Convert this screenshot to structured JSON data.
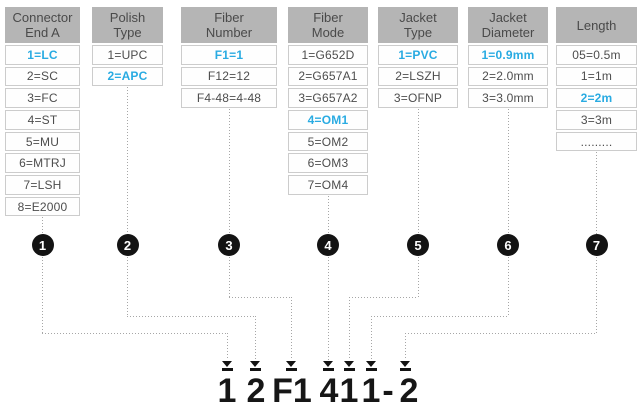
{
  "colors": {
    "accent": "#29abe2",
    "header_bg": "#b5b5b5",
    "text": "#4d4d4d",
    "marker_black": "#131313",
    "dotted_line": "#a6a6a6"
  },
  "icons": {
    "step_marker": "numbered-circle",
    "code_pointer": "down-arrow-with-bar"
  },
  "columns": [
    {
      "header": "Connector\nEnd A",
      "items": [
        {
          "text": "1=LC",
          "highlight": true
        },
        {
          "text": "2=SC",
          "highlight": false
        },
        {
          "text": "3=FC",
          "highlight": false
        },
        {
          "text": "4=ST",
          "highlight": false
        },
        {
          "text": "5=MU",
          "highlight": false
        },
        {
          "text": "6=MTRJ",
          "highlight": false
        },
        {
          "text": "7=LSH",
          "highlight": false
        },
        {
          "text": "8=E2000",
          "highlight": false
        }
      ]
    },
    {
      "header": "Polish\nType",
      "items": [
        {
          "text": "1=UPC",
          "highlight": false
        },
        {
          "text": "2=APC",
          "highlight": true
        }
      ]
    },
    {
      "header": "Fiber\nNumber",
      "items": [
        {
          "text": "F1=1",
          "highlight": true
        },
        {
          "text": "F12=12",
          "highlight": false
        },
        {
          "text": "F4-48=4-48",
          "highlight": false
        }
      ]
    },
    {
      "header": "Fiber\nMode",
      "items": [
        {
          "text": "1=G652D",
          "highlight": false
        },
        {
          "text": "2=G657A1",
          "highlight": false
        },
        {
          "text": "3=G657A2",
          "highlight": false
        },
        {
          "text": "4=OM1",
          "highlight": true
        },
        {
          "text": "5=OM2",
          "highlight": false
        },
        {
          "text": "6=OM3",
          "highlight": false
        },
        {
          "text": "7=OM4",
          "highlight": false
        }
      ]
    },
    {
      "header": "Jacket\nType",
      "items": [
        {
          "text": "1=PVC",
          "highlight": true
        },
        {
          "text": "2=LSZH",
          "highlight": false
        },
        {
          "text": "3=OFNP",
          "highlight": false
        }
      ]
    },
    {
      "header": "Jacket\nDiameter",
      "items": [
        {
          "text": "1=0.9mm",
          "highlight": true
        },
        {
          "text": "2=2.0mm",
          "highlight": false
        },
        {
          "text": "3=3.0mm",
          "highlight": false
        }
      ]
    },
    {
      "header": "Length",
      "items": [
        {
          "text": "05=0.5m",
          "highlight": false
        },
        {
          "text": "1=1m",
          "highlight": false
        },
        {
          "text": "2=2m",
          "highlight": true
        },
        {
          "text": "3=3m",
          "highlight": false
        },
        {
          "text": ".........",
          "highlight": false
        }
      ]
    }
  ],
  "circles": [
    "1",
    "2",
    "3",
    "4",
    "5",
    "6",
    "7"
  ],
  "code": {
    "segments": [
      "1",
      "2",
      "F1",
      "4",
      "1",
      "1",
      "-",
      "2"
    ]
  }
}
